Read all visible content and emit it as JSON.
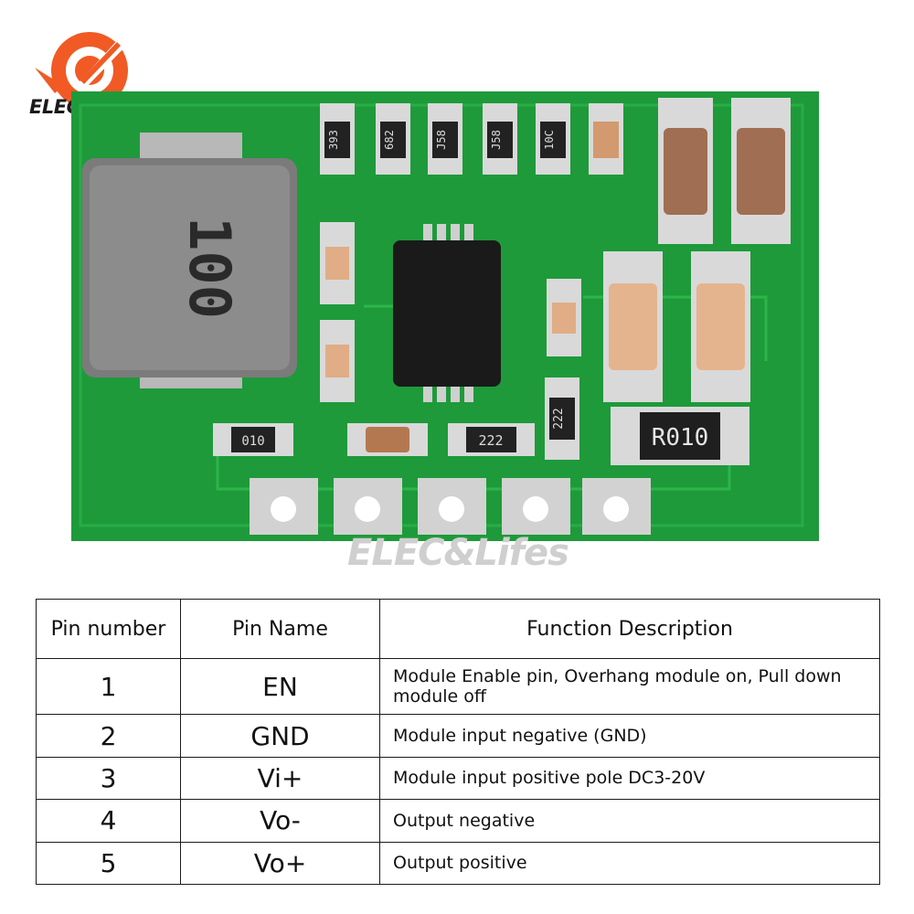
{
  "brand": {
    "logo_text": "ELEC&Lifes",
    "watermark_text": "ELEC&Lifes",
    "logo_color": "#f15a24"
  },
  "board": {
    "inductor_marking": "100",
    "resistor_markings": [
      "393",
      "682",
      "J58",
      "J58",
      "10C"
    ],
    "bottom_markings": [
      "010",
      "222",
      "222",
      "R010"
    ],
    "pcb_color": "#1e9a3a"
  },
  "table": {
    "headers": [
      "Pin number",
      "Pin Name",
      "Function Description"
    ],
    "rows": [
      {
        "num": "1",
        "name": "EN",
        "desc": "Module Enable pin, Overhang module on, Pull down module off"
      },
      {
        "num": "2",
        "name": "GND",
        "desc": "Module input negative (GND)"
      },
      {
        "num": "3",
        "name": "Vi+",
        "desc": "Module input positive pole DC3-20V"
      },
      {
        "num": "4",
        "name": "Vo-",
        "desc": "Output negative"
      },
      {
        "num": "5",
        "name": "Vo+",
        "desc": "Output positive"
      }
    ]
  }
}
